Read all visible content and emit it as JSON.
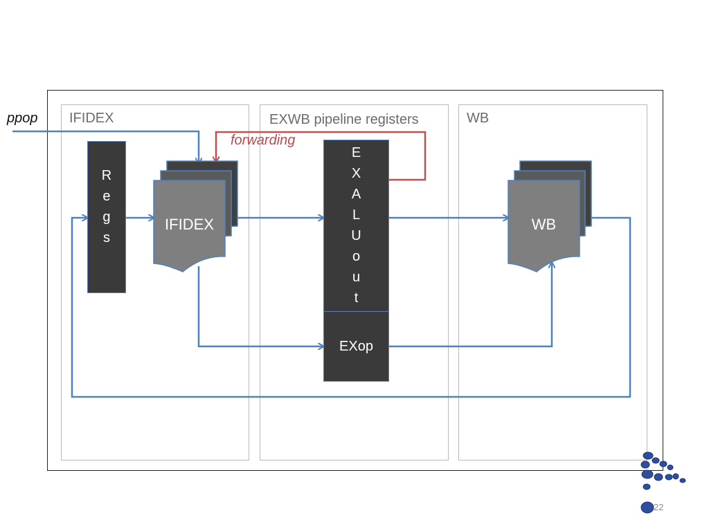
{
  "external_input": "ppop",
  "stages": [
    {
      "title": "IFIDEX"
    },
    {
      "title": "EXWB pipeline registers"
    },
    {
      "title": "WB"
    }
  ],
  "forwarding_label": "forwarding",
  "regs_letters": [
    "R",
    "e",
    "g",
    "s"
  ],
  "ifidex_register_label": "IFIDEX",
  "exaluout_letters": [
    "E",
    "X",
    "A",
    "L",
    "U",
    "o",
    "u",
    "t"
  ],
  "exop_label": "EXop",
  "wb_register_label": "WB",
  "slide_number": "22",
  "colors": {
    "wire": "#4f81bd",
    "forward_wire": "#c0504d",
    "block_fill": "#3a3a3a",
    "doc_fill": "#7f7f7f",
    "stage_border": "#b9b9b9"
  }
}
